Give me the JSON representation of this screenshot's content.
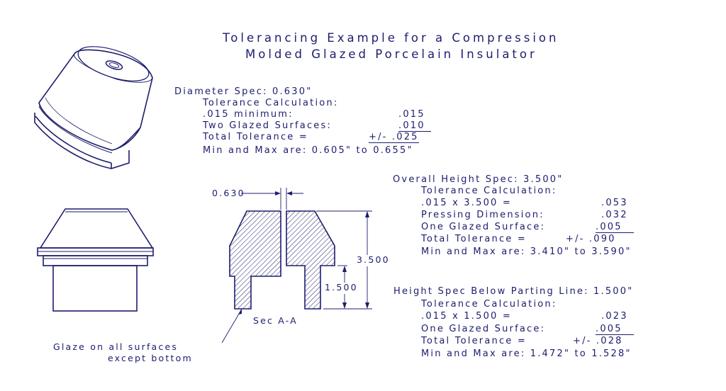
{
  "title": {
    "line1": "Tolerancing Example for a Compression",
    "line2": "Molded Glazed Porcelain Insulator"
  },
  "diameter": {
    "heading": "Diameter Spec: 0.630\"",
    "calc_label": "Tolerance Calculation:",
    "rows": [
      {
        "label": ".015 minimum:",
        "value": ".015"
      },
      {
        "label": "Two Glazed Surfaces:",
        "value": ".010"
      },
      {
        "label": "Total Tolerance =",
        "value": "+/- .025"
      }
    ],
    "minmax": "Min and Max are: 0.605\" to 0.655\""
  },
  "height": {
    "heading": "Overall Height Spec: 3.500\"",
    "calc_label": "Tolerance Calculation:",
    "rows": [
      {
        "label": ".015 x 3.500 =",
        "value": ".053"
      },
      {
        "label": "Pressing Dimension:",
        "value": ".032"
      },
      {
        "label": "One Glazed Surface:",
        "value": ".005"
      },
      {
        "label": "Total Tolerance =",
        "value": "+/- .090"
      }
    ],
    "minmax": "Min and Max are: 3.410\" to 3.590\""
  },
  "parting": {
    "heading": "Height Spec Below Parting Line: 1.500\"",
    "calc_label": "Tolerance Calculation:",
    "rows": [
      {
        "label": ".015 x 1.500 =",
        "value": ".023"
      },
      {
        "label": "One Glazed Surface:",
        "value": ".005"
      },
      {
        "label": "Total Tolerance =",
        "value": "+/- .028"
      }
    ],
    "minmax": "Min and Max are: 1.472\" to 1.528\""
  },
  "section": {
    "dim_bore": "0.630",
    "dim_height": "3.500",
    "dim_lower": "1.500",
    "section_label": "Sec A-A",
    "glaze_note_1": "Glaze on all surfaces",
    "glaze_note_2": "except bottom"
  },
  "colors": {
    "ink": "#1c1d6e",
    "background": "#ffffff"
  }
}
